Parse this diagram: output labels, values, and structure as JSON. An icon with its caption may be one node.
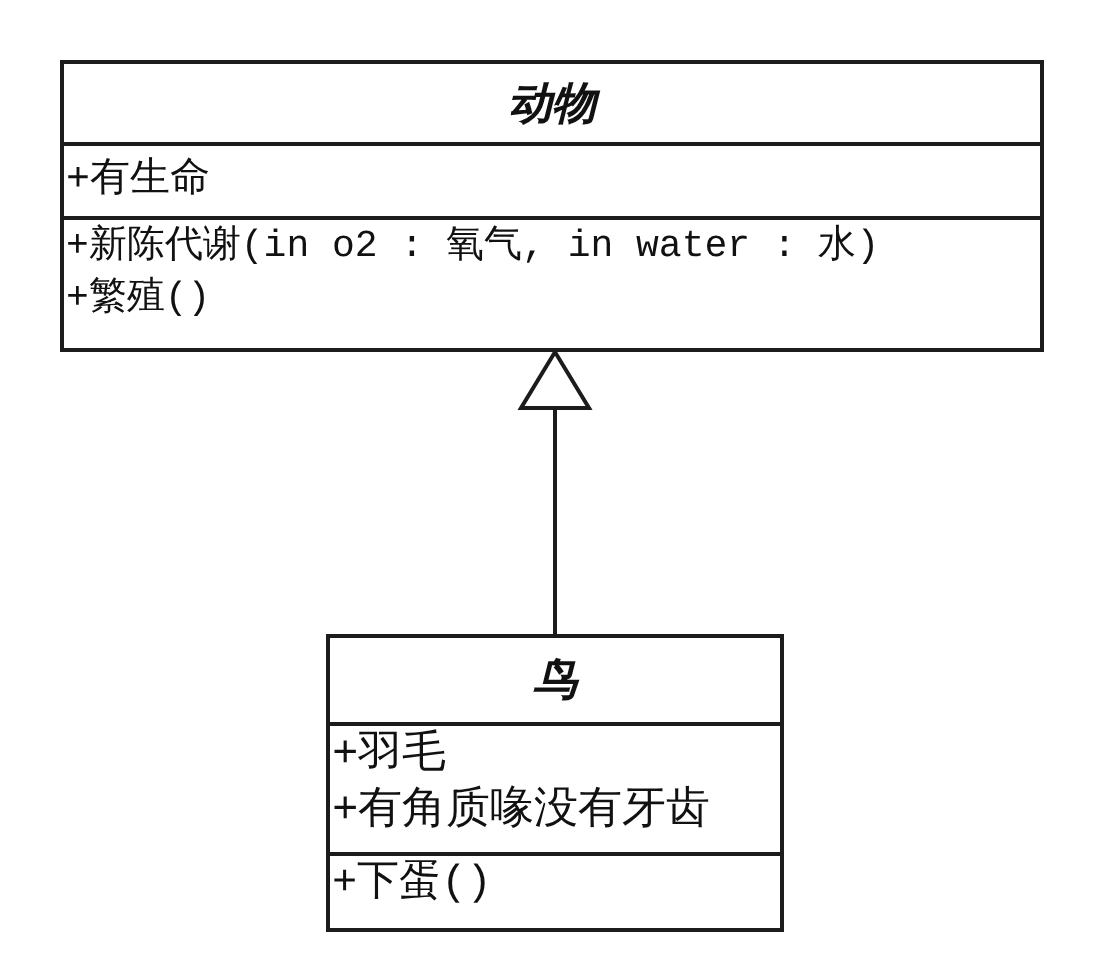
{
  "diagram": {
    "nodes": [
      {
        "text": [
          "动物"
        ]
      },
      {
        "text": [
          "+有生命"
        ],
        "in": 0
      },
      {
        "text": [
          "+新陈代谢(in o2 : 氧气, in water : 水)",
          "+繁殖()"
        ],
        "in": 0
      },
      {
        "text": [
          "鸟"
        ]
      },
      {
        "text": [
          "+羽毛",
          "+有角质喙没有牙齿"
        ],
        "in": 3
      },
      {
        "text": [
          "+下蛋()"
        ],
        "in": 3
      }
    ],
    "edges": [
      {
        "from": 3,
        "to": 0,
        "arrow": "to"
      }
    ]
  }
}
